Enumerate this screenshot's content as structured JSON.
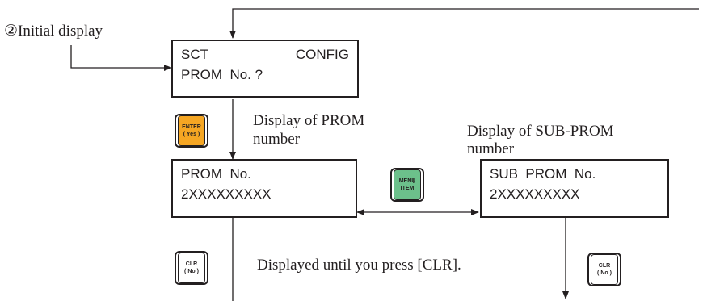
{
  "initial_label": "②Initial display",
  "lcd_config": {
    "line1_left": "SCT",
    "line1_right": "CONFIG",
    "line2": "PROM  No. ?"
  },
  "lcd_prom": {
    "line1": "PROM  No.",
    "line2": "2XXXXXXXXX"
  },
  "lcd_subprom": {
    "line1": "SUB  PROM  No.",
    "line2": "2XXXXXXXXX"
  },
  "label_prom": {
    "line1": "Display of PROM",
    "line2": "number"
  },
  "label_subprom": {
    "line1": "Display of SUB-PROM",
    "line2": "number"
  },
  "label_clr_note": "Displayed until you press [CLR].",
  "keys": {
    "enter": {
      "line1": "ENTER",
      "line2": "( Yes )",
      "color": "#f5a623"
    },
    "menu_item": {
      "line1": "MENU",
      "line2": "ITEM",
      "superscript": "I",
      "color": "#6cc08b"
    },
    "clr_left": {
      "line1": "CLR",
      "line2": "( No )",
      "color": "#ffffff"
    },
    "clr_right": {
      "line1": "CLR",
      "line2": "( No )",
      "color": "#ffffff"
    }
  },
  "colors": {
    "line": "#231f20"
  }
}
